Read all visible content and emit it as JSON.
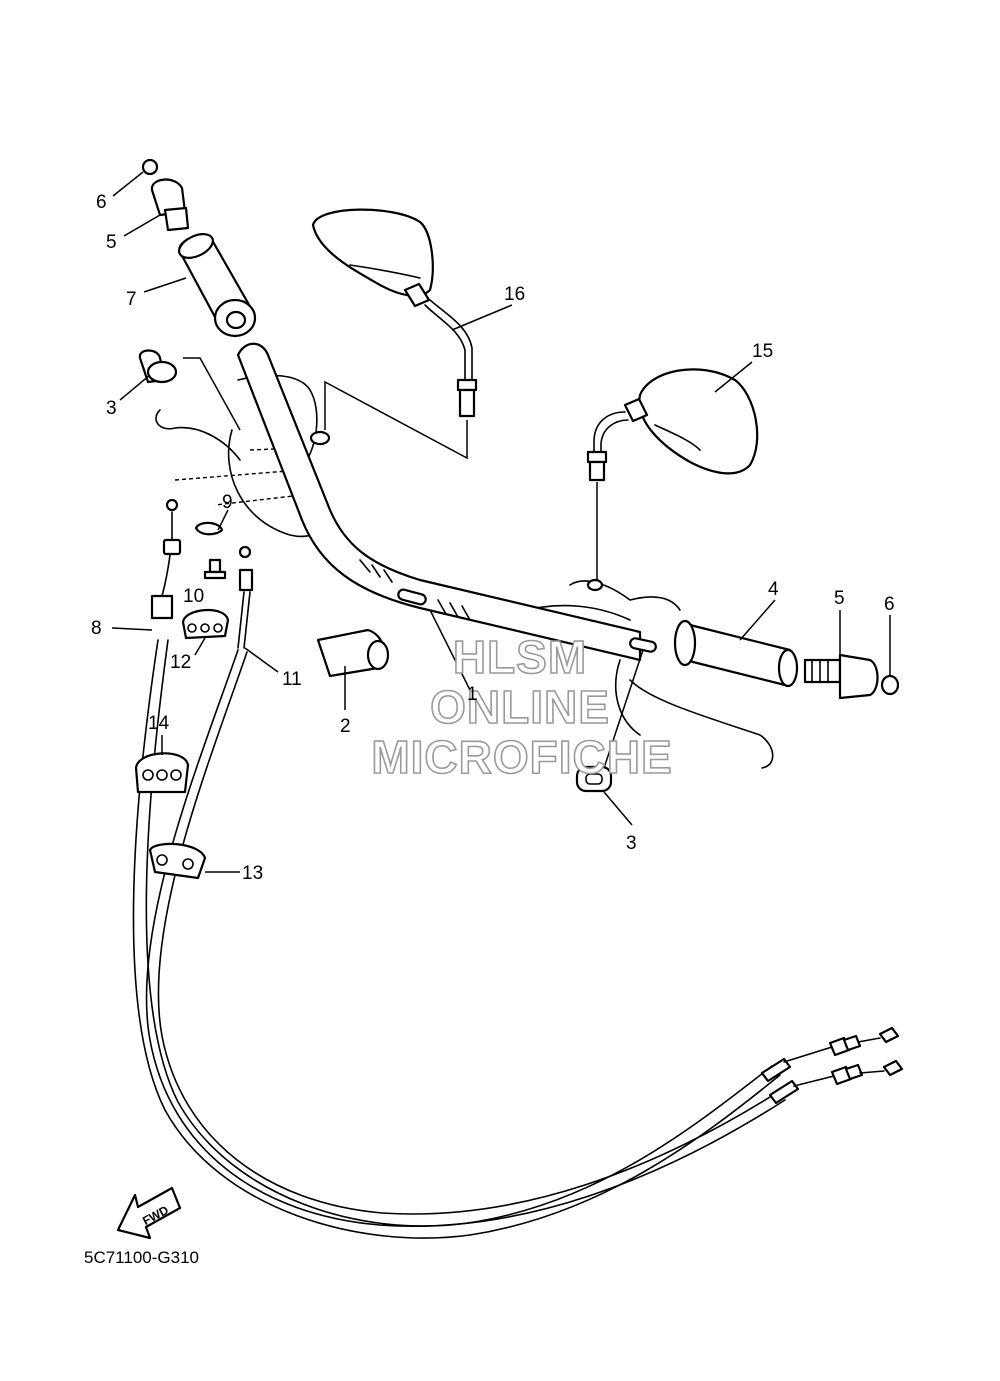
{
  "diagram_code": "5C71100-G310",
  "watermark": {
    "line1": "HLSM",
    "line2": "ONLINE",
    "line3": "MICROFICHE"
  },
  "direction_arrow": {
    "label": "FWD",
    "icon": "fwd-arrow-icon"
  },
  "callouts": {
    "c1": "1",
    "c2": "2",
    "c3a": "3",
    "c3b": "3",
    "c4": "4",
    "c5a": "5",
    "c5b": "5",
    "c6a": "6",
    "c6b": "6",
    "c7": "7",
    "c8": "8",
    "c9": "9",
    "c10": "10",
    "c11": "11",
    "c12": "12",
    "c13": "13",
    "c14": "14",
    "c15": "15",
    "c16": "16"
  }
}
